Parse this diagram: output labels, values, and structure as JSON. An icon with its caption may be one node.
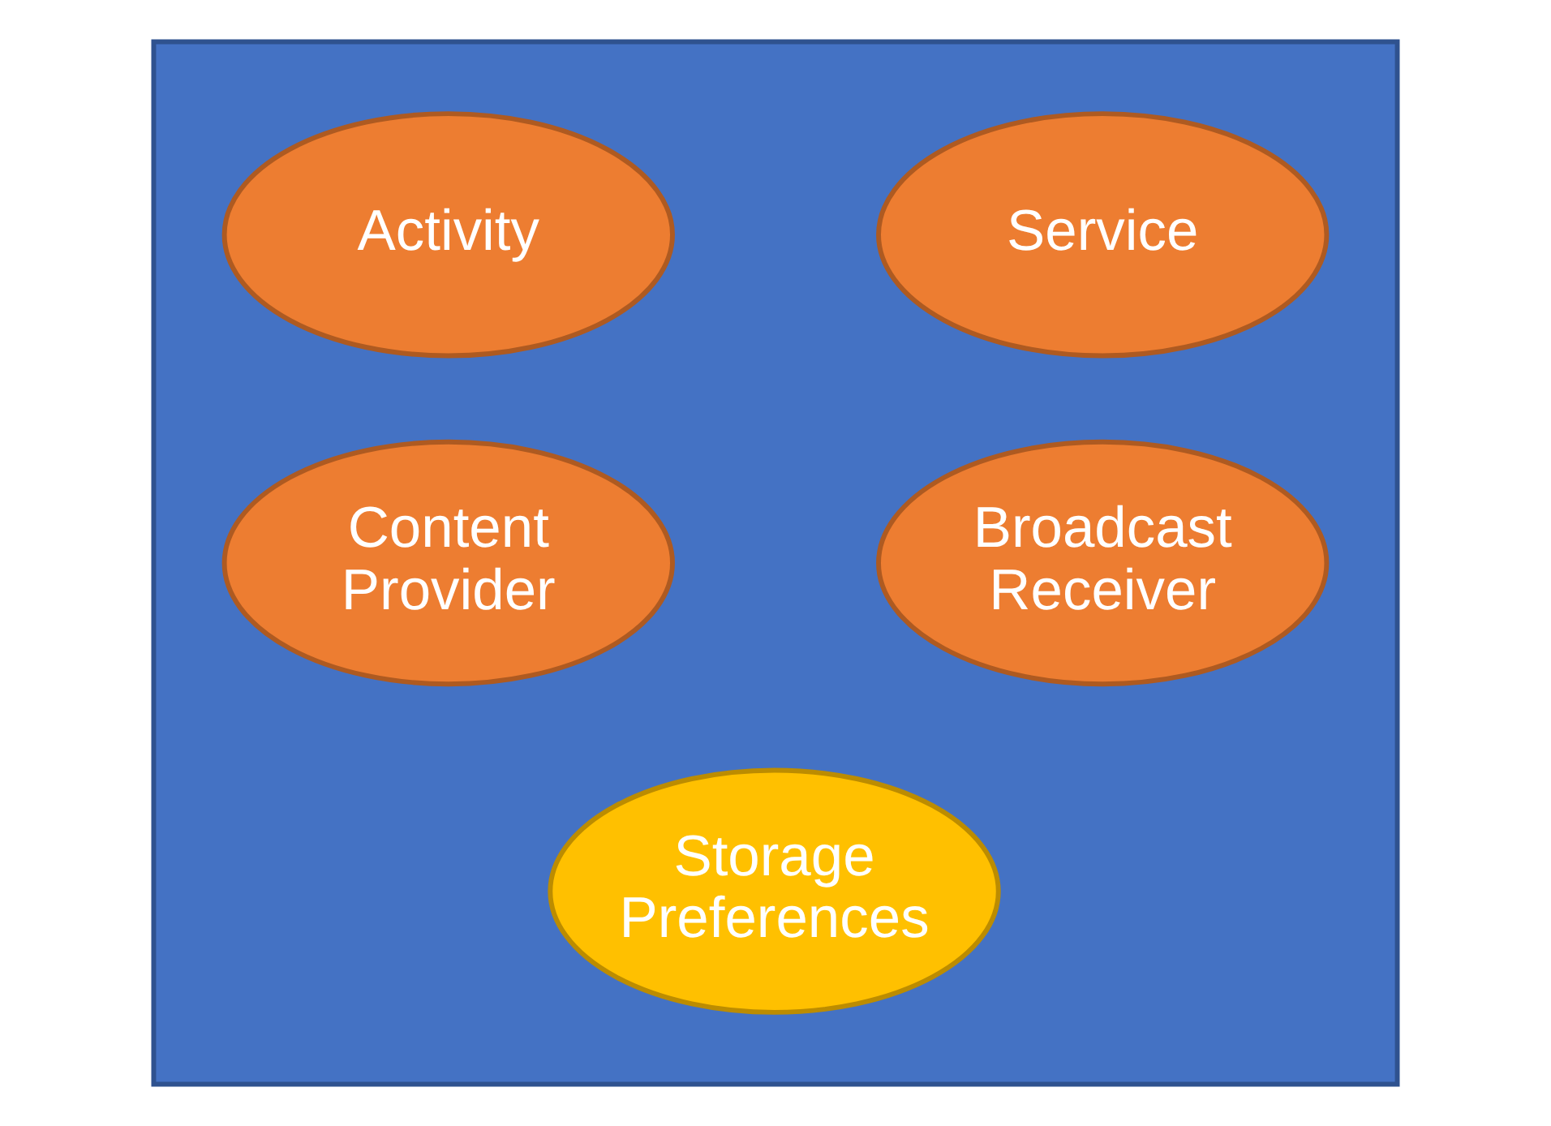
{
  "diagram": {
    "nodes": [
      {
        "text": [],
        "shape": "box"
      },
      {
        "text": [
          "Activity"
        ],
        "in": 0
      },
      {
        "text": [
          "Service"
        ],
        "in": 0
      },
      {
        "text": [
          "Content Provider"
        ],
        "in": 0
      },
      {
        "text": [
          "Broadcast Receiver"
        ],
        "in": 0
      },
      {
        "text": [
          "Storage Preferences"
        ],
        "in": 0
      }
    ],
    "edges": []
  }
}
